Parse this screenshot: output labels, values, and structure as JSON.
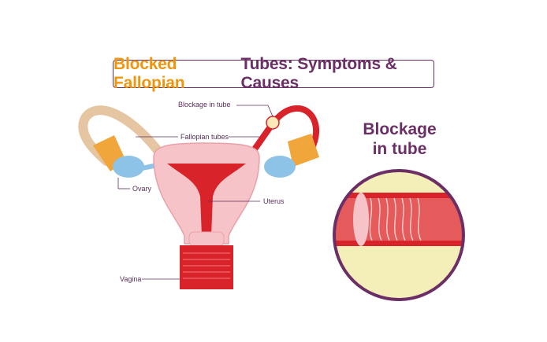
{
  "title": {
    "part1": "Blocked Fallopian",
    "part2": "Tubes: Symptoms & Causes"
  },
  "inset_title": {
    "line1": "Blockage",
    "line2": "in tube"
  },
  "labels": {
    "blockage": "Blockage in tube",
    "fallopian": "Fallopian tubes",
    "ovary": "Ovary",
    "uterus": "Uterus",
    "vagina": "Vagina"
  },
  "colors": {
    "title_orange": "#f0960e",
    "title_purple": "#6b2f66",
    "tube_tan": "#e6c6a2",
    "tube_red": "#d8232a",
    "uterus_pink": "#f6c4c8",
    "ovary_blue": "#8dc3e6",
    "inset_bg": "#f4efb8"
  }
}
